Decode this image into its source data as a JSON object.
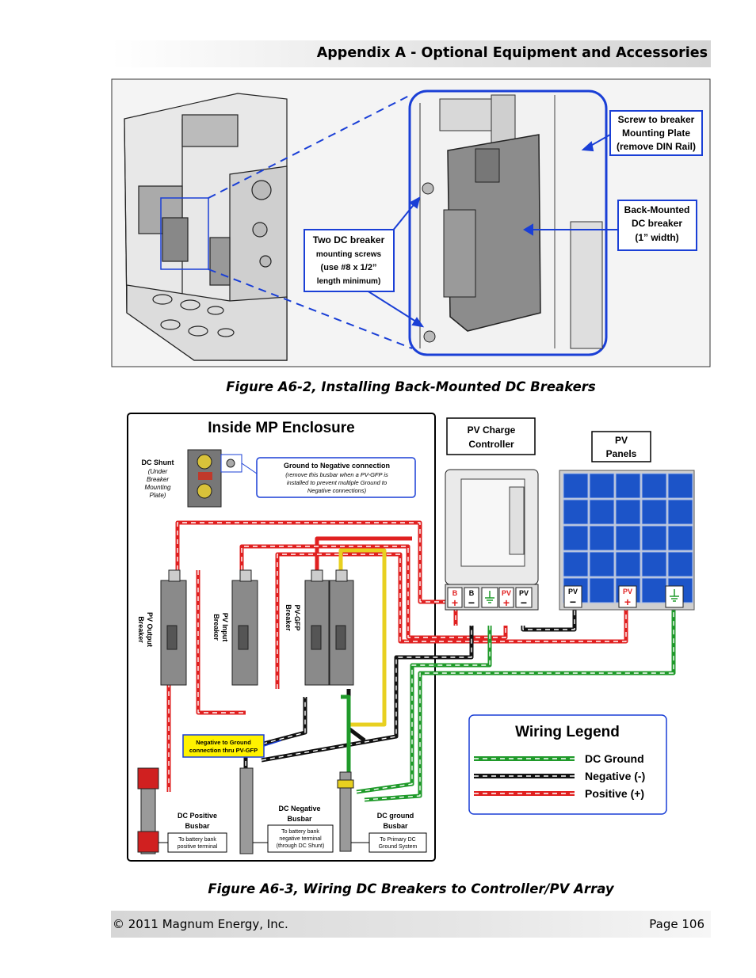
{
  "header": {
    "title": "Appendix A - Optional Equipment and Accessories"
  },
  "figure1": {
    "caption": "Figure A6-2, Installing Back-Mounted DC Breakers",
    "callout_screw": [
      "Screw to breaker",
      "Mounting Plate",
      "(remove DIN Rail)"
    ],
    "callout_breaker": [
      "Back-Mounted",
      "DC breaker",
      "(1” width)"
    ],
    "callout_screws": [
      "Two DC breaker",
      "mounting screws",
      "(use #8 x 1/2”",
      "length minimum)"
    ]
  },
  "figure2": {
    "caption": "Figure A6-3, Wiring DC Breakers to Controller/PV Array",
    "enclosure_title": "Inside MP Enclosure",
    "controller_title": [
      "PV Charge",
      "Controller"
    ],
    "panels_title": [
      "PV",
      "Panels"
    ],
    "shunt_label": "DC Shunt",
    "shunt_note": [
      "(Under",
      "Breaker",
      "Mounting",
      "Plate)"
    ],
    "gnd_title": "Ground to Negative connection",
    "gnd_note": [
      "(remove this busbar when a PV-GFP is",
      "installed to prevent multiple Ground to",
      "Negative connections)"
    ],
    "breaker_labels": [
      [
        "PV Output",
        "Breaker"
      ],
      [
        "PV Input",
        "Breaker"
      ],
      [
        "PV-GFP",
        "Breaker"
      ]
    ],
    "neg_gnd_note": [
      "Negative to Ground",
      "connection thru PV-GFP"
    ],
    "busbars": [
      {
        "title": [
          "DC Positive",
          "Busbar"
        ],
        "note": [
          "To battery bank",
          "positive terminal"
        ]
      },
      {
        "title": [
          "DC Negative",
          "Busbar"
        ],
        "note": [
          "To battery bank",
          "negative terminal",
          "(through DC Shunt)"
        ]
      },
      {
        "title": [
          "DC ground",
          "Busbar"
        ],
        "note": [
          "To Primary DC",
          "Ground System"
        ]
      }
    ],
    "terminals": [
      "B",
      "B",
      "PV",
      "PV",
      "PV",
      "PV"
    ],
    "legend": {
      "title": "Wiring Legend",
      "items": [
        {
          "label": "DC Ground",
          "color": "#1f9a2a"
        },
        {
          "label": "Negative (-)",
          "color": "#111111"
        },
        {
          "label": "Positive (+)",
          "color": "#e02020"
        }
      ]
    }
  },
  "footer": {
    "copyright": "© 2011 Magnum Energy, Inc.",
    "page": "Page 106"
  }
}
